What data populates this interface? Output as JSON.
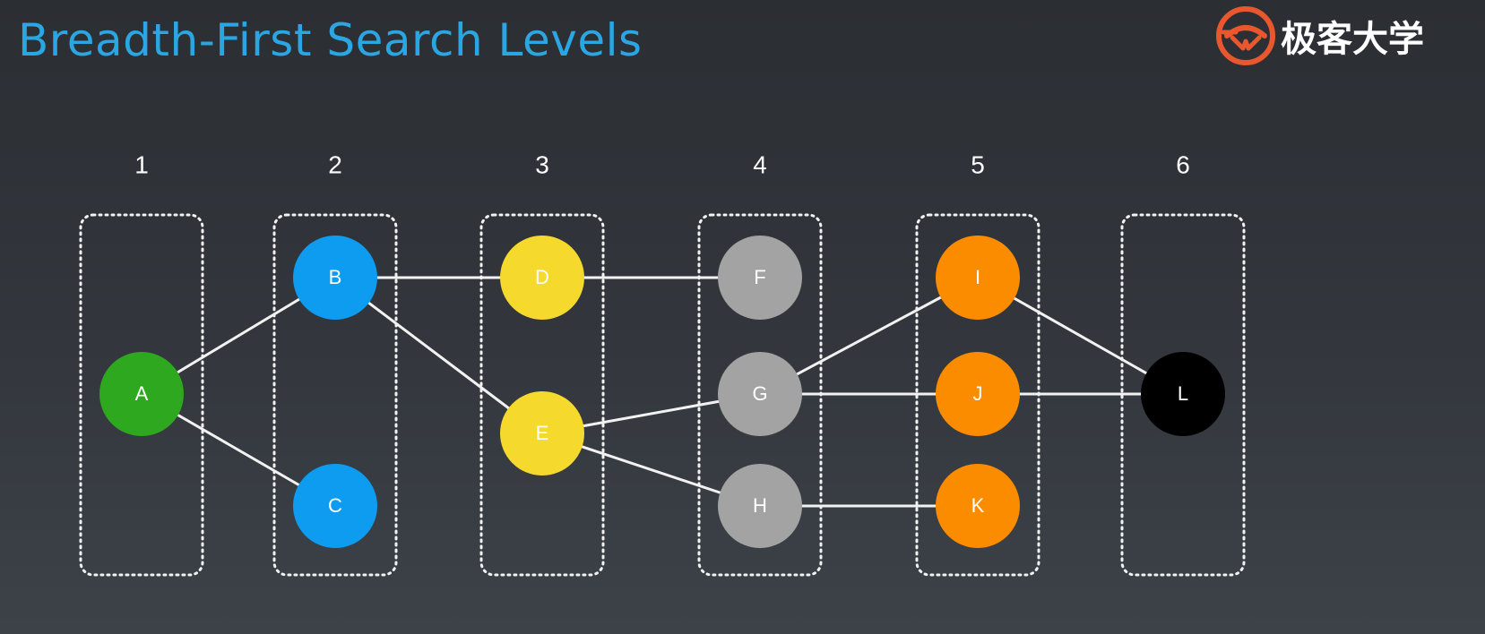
{
  "slide": {
    "title": "Breadth-First Search Levels",
    "brand": {
      "name": "极客大学",
      "logo_icon": "geek-university-logo",
      "logo_color": "#e8572d"
    }
  },
  "diagram": {
    "levels": [
      {
        "label": "1",
        "nodes": [
          "A"
        ]
      },
      {
        "label": "2",
        "nodes": [
          "B",
          "C"
        ]
      },
      {
        "label": "3",
        "nodes": [
          "D",
          "E"
        ]
      },
      {
        "label": "4",
        "nodes": [
          "F",
          "G",
          "H"
        ]
      },
      {
        "label": "5",
        "nodes": [
          "I",
          "J",
          "K"
        ]
      },
      {
        "label": "6",
        "nodes": [
          "L"
        ]
      }
    ],
    "nodes": [
      {
        "id": "A",
        "label": "A",
        "level": 1,
        "color": "#2ea81f"
      },
      {
        "id": "B",
        "label": "B",
        "level": 2,
        "color": "#0d9cf0"
      },
      {
        "id": "C",
        "label": "C",
        "level": 2,
        "color": "#0d9cf0"
      },
      {
        "id": "D",
        "label": "D",
        "level": 3,
        "color": "#f6d92d"
      },
      {
        "id": "E",
        "label": "E",
        "level": 3,
        "color": "#f6d92d"
      },
      {
        "id": "F",
        "label": "F",
        "level": 4,
        "color": "#a3a3a3"
      },
      {
        "id": "G",
        "label": "G",
        "level": 4,
        "color": "#a3a3a3"
      },
      {
        "id": "H",
        "label": "H",
        "level": 4,
        "color": "#a3a3a3"
      },
      {
        "id": "I",
        "label": "I",
        "level": 5,
        "color": "#fb8c00"
      },
      {
        "id": "J",
        "label": "J",
        "level": 5,
        "color": "#fb8c00"
      },
      {
        "id": "K",
        "label": "K",
        "level": 5,
        "color": "#fb8c00"
      },
      {
        "id": "L",
        "label": "L",
        "level": 6,
        "color": "#000000"
      }
    ],
    "edges": [
      [
        "A",
        "B"
      ],
      [
        "A",
        "C"
      ],
      [
        "B",
        "D"
      ],
      [
        "B",
        "E"
      ],
      [
        "D",
        "F"
      ],
      [
        "E",
        "G"
      ],
      [
        "E",
        "H"
      ],
      [
        "G",
        "I"
      ],
      [
        "G",
        "J"
      ],
      [
        "H",
        "K"
      ],
      [
        "I",
        "L"
      ],
      [
        "J",
        "L"
      ]
    ],
    "colors": {
      "edge": "#f2f2f2",
      "level_box_border": "#f2f2f2",
      "level_label": "#ffffff",
      "node_label": "#ffffff"
    }
  }
}
